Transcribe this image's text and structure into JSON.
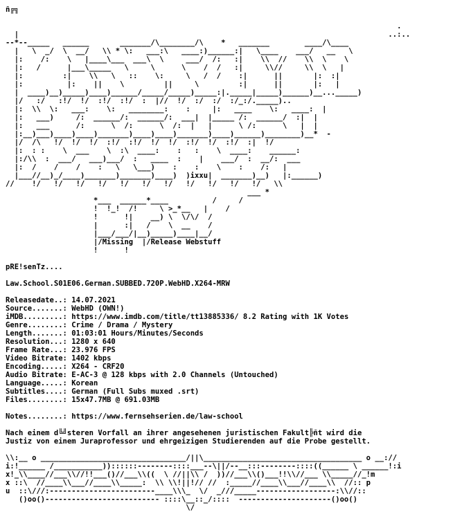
{
  "header": {
    "brand_mark": "ñ╔╗"
  },
  "logo_lines": [
    "",
    "                                                                                         .",
    "  |                                                                                    ..:..",
    "--*--_____   ______       _______/\\________/\\    *   _______        ____/\\____",
    "  |   \\  _/  \\  __/   \\\\ * \\:   ___:\\   ____:)______:|   \\____    ___/   __   \\",
    "  |:    /:    \\   |____\\___  ___\\  \\     ___/  /:   :|    \\\\  //    \\\\  \\    \\",
    "  |:   /      |___\\_____   \\     \\      \\    /  /   :|     \\\\//     \\\\  \\   |",
    "  |:         :|    \\\\   \\   ::    \\:     \\   /  /    :|      ||       |:  :|",
    "  |:          |:    ||    \\         ||     \\         :|      ||       |:   |",
    "  |  ____)__)_____)____)______/_____/_____)_____:|._____|_____)______)__..._____)",
    "  |/   :/   :!/  !/  :!/  :!/  :  |//  !/  :/  :/  :/_:/._____)..",
    "  |:  \\\\  \\:   ___:    \\:   ________:    :     |:   ____    \\:   ____:  |",
    "  |:   ___)     /:  ______/:  ______/:  ___|  |_____ /:  ______/  :|  |",
    "  |:   ___      /:      \\  /:      \\  /:  |   |      \\ /:      \\   |  |",
    "  |:__)___)____)____)_______)____)____)_______)____)______)________)__*  -",
    "  |/  /\\   !/  !/  !/  :!/  :!/  !/  !/  :!/  !/  :!/  :|  !/",
    "  |:  : :    \\  ___    \\  :\\  ____:    :   :    \\  ____:    ______:",
    "  |:/\\\\  :  ___/   ___)___/  :   ____  :    |    ___/  :  __/:  ___",
    "  |:  /    /    /    :   \\   \\___)    :    :    \\    :    /:   |",
    "  |___//__)_/____)_______)_______)____)  )ixxu|  _______)__)   |:______)",
    "//    !/   !/   !/   !/   !/   !/   !/   !/   !/   !/   !/   \\\\",
    "                                                       ___ *",
    "                    *___  ______*____          /     /",
    "                    !  !_!  /!     \\ >_*__   |    /",
    "                    !      !|    __) \\  \\/\\/  /",
    "                    |      :|   /    \\  __    /",
    "                    |___/___/|__)_____)____|__/"
  ],
  "tagline": {
    "missing": "Missing",
    "release": "Release Webstuff"
  },
  "presents": "pRE!senTz....",
  "release_name": "Law.School.S01E06.German.SUBBED.720P.WebHD.X264-MRW",
  "fields": [
    {
      "label": "Releasedate..:",
      "value": "14.07.2021"
    },
    {
      "label": "Source.......:",
      "value": "WebHD (OWN!)"
    },
    {
      "label": "iMDB.........:",
      "value": "https://www.imdb.com/title/tt13885336/ 8.2 Rating with 1K Votes"
    },
    {
      "label": "Genre........:",
      "value": "Crime / Drama / Mystery"
    },
    {
      "label": "Length.......:",
      "value": "01:03:01 Hours/Minutes/Seconds"
    },
    {
      "label": "Resolution...:",
      "value": "1280 x 640"
    },
    {
      "label": "Frame Rate...:",
      "value": "23.976 FPS"
    },
    {
      "label": "Video Bitrate:",
      "value": "1402 kbps"
    },
    {
      "label": "Encoding.....:",
      "value": "X264 - CRF20"
    },
    {
      "label": "Audio Bitrate:",
      "value": "E-AC-3 @ 128 kbps with 2.0 Channels (Untouched)"
    },
    {
      "label": "Language.....:",
      "value": "Korean"
    },
    {
      "label": "Subtitles....:",
      "value": "German (Full Subs muxed .srt)"
    },
    {
      "label": "Files........:",
      "value": "15x47.7MB @ 691.03MB"
    }
  ],
  "notes": {
    "label": "Notes........:",
    "value": "https://www.fernsehserien.de/law-school"
  },
  "description": [
    "Nach einem d╚╝steren Vorfall an ihrer angesehenen juristischen Fakult╠ñt wird die",
    "Justiz von einem Juraprofessor und ehrgeizigen Studierenden auf die Probe gestellt."
  ],
  "footer_lines": [
    "\\\\:__ o _________________________________/||\\____________________________________ o __://",
    "i:!______ /___________))::::::--------::::___--\\||/--__:::--------::::((______ \\ ______!:i",
    "x!_\\\\____//___\\\\//!!___()//___\\\\((  \\ //||\\\\ /  ))//___\\\\()___!!\\\\//___ \\\\_____//_!m",
    "x ::\\  //____\\\\___//____\\\\_____:  \\\\ \\\\!||!// //  :_____//____\\\\___//____\\\\  //:: p",
    "u  ::\\///:------------------------____\\\\\\_  \\/  _///_____------------------:\\\\//::",
    "   ()oo()-------------------------- ::::\\__::_/::::  ---------------------()oo()",
    "                                         \\/"
  ]
}
